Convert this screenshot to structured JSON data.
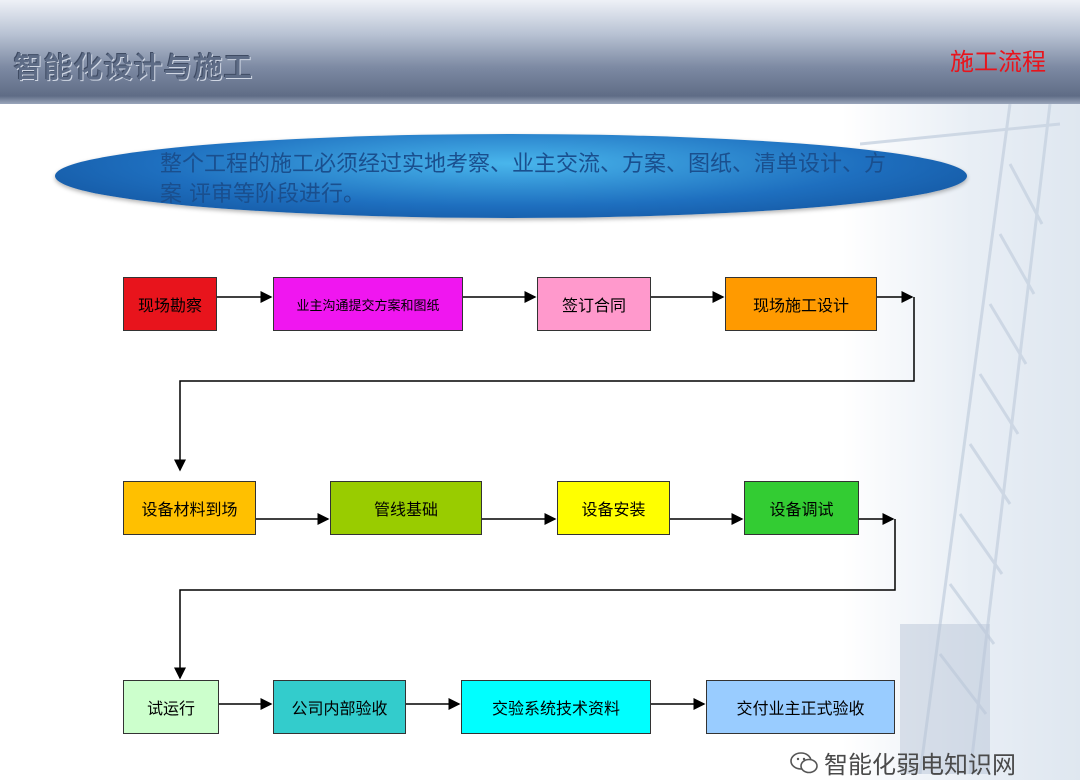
{
  "header": {
    "app_title": "智能化设计与施工",
    "section_title": "施工流程"
  },
  "banner": {
    "text": "整个工程的施工必须经过实地考察、业主交流、方案、图纸、清单设计、方案 评审等阶段进行。"
  },
  "flow": {
    "rows": [
      [
        {
          "label": "现场勘察",
          "color": "#e8141c"
        },
        {
          "label": "业主沟通提交方案和图纸",
          "color": "#f016f0"
        },
        {
          "label": "签订合同",
          "color": "#ff99cc"
        },
        {
          "label": "现场施工设计",
          "color": "#ff9a00"
        }
      ],
      [
        {
          "label": "设备材料到场",
          "color": "#ffc000"
        },
        {
          "label": "管线基础",
          "color": "#99cc00"
        },
        {
          "label": "设备安装",
          "color": "#ffff00"
        },
        {
          "label": "设备调试",
          "color": "#33cc33"
        }
      ],
      [
        {
          "label": "试运行",
          "color": "#ccffcc"
        },
        {
          "label": "公司内部验收",
          "color": "#33cccc"
        },
        {
          "label": "交验系统技术资料",
          "color": "#00ffff"
        },
        {
          "label": "交付业主正式验收",
          "color": "#99ccff"
        }
      ]
    ]
  },
  "watermark": {
    "text": "智能化弱电知识网",
    "icon": "wechat-icon"
  }
}
